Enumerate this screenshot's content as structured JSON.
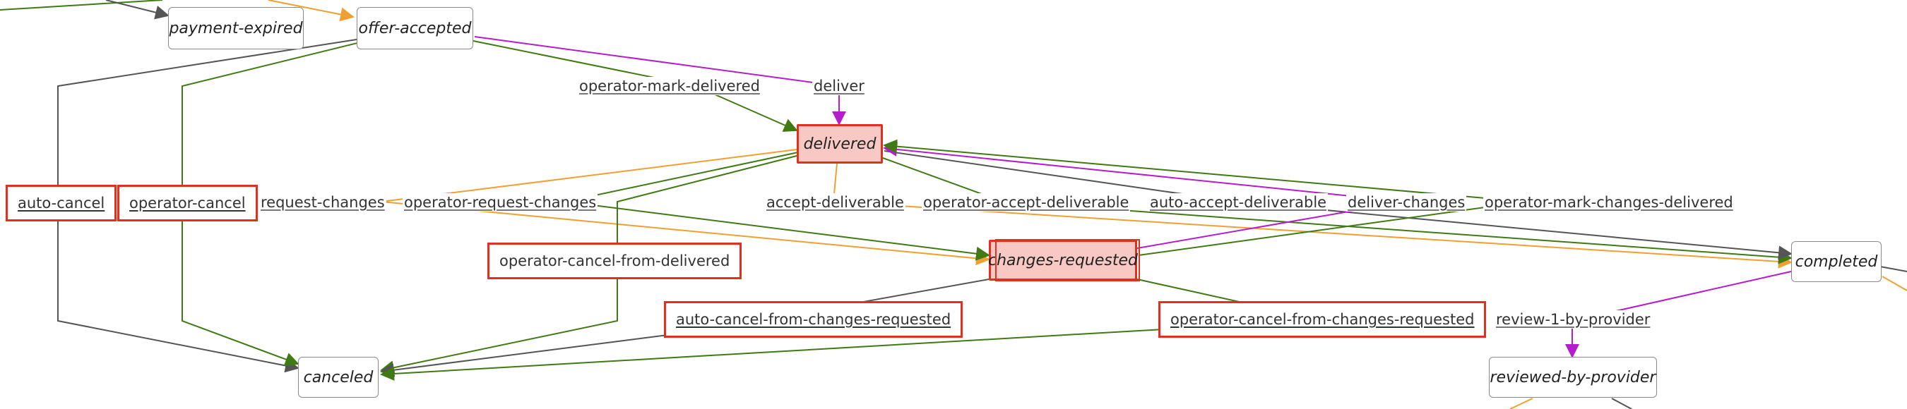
{
  "states": {
    "payment_expired": "payment-expired",
    "offer_accepted": "offer-accepted",
    "delivered": "delivered",
    "changes_requested": "changes-requested",
    "completed": "completed",
    "canceled": "canceled",
    "reviewed_by_provider": "reviewed-by-provider"
  },
  "transitions": {
    "operator_mark_delivered": "operator-mark-delivered",
    "deliver": "deliver",
    "auto_cancel": "auto-cancel",
    "operator_cancel": "operator-cancel",
    "request_changes": "request-changes",
    "operator_request_changes": "operator-request-changes",
    "accept_deliverable": "accept-deliverable",
    "operator_accept_deliverable": "operator-accept-deliverable",
    "auto_accept_deliverable": "auto-accept-deliverable",
    "deliver_changes": "deliver-changes",
    "operator_mark_changes_delivered": "operator-mark-changes-delivered",
    "operator_cancel_from_delivered": "operator-cancel-from-delivered",
    "auto_cancel_from_changes_requested": "auto-cancel-from-changes-requested",
    "operator_cancel_from_changes_requested": "operator-cancel-from-changes-requested",
    "review_1_by_provider": "review-1-by-provider"
  },
  "colors": {
    "operator": "#3f7a12",
    "provider": "#b51dcc",
    "customer": "#f0a030",
    "system": "#555555",
    "highlight_border": "#e0301e",
    "highlight_fill": "#f8c9c4"
  }
}
